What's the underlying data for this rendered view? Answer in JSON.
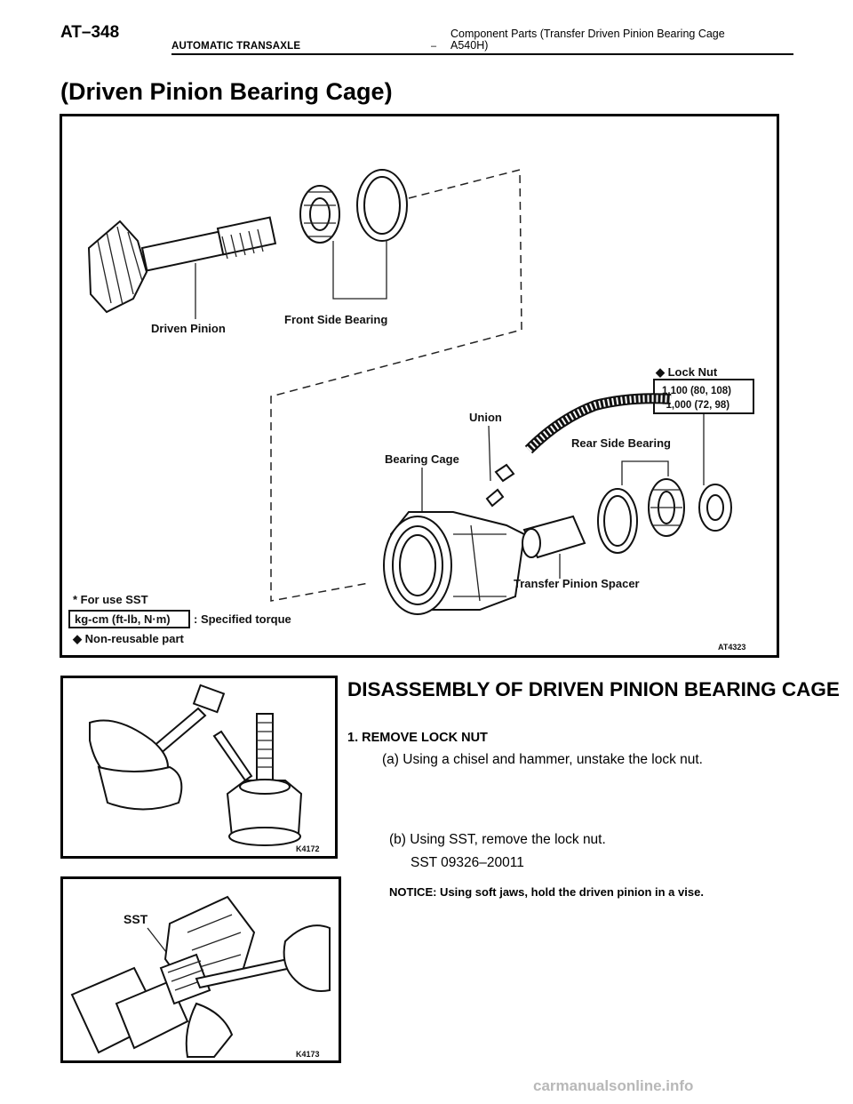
{
  "header": {
    "page_number": "AT–348",
    "section": "AUTOMATIC TRANSAXLE",
    "separator": "–",
    "topic": "Component Parts (Transfer Driven Pinion Bearing Cage A540H)"
  },
  "title": "(Driven Pinion Bearing Cage)",
  "diagram": {
    "labels": {
      "driven_pinion": "Driven Pinion",
      "front_side_bearing": "Front Side Bearing",
      "lock_nut": "◆ Lock Nut",
      "torque_line1": "1,100 (80, 108)",
      "torque_line2": "*1,000 (72, 98)",
      "union": "Union",
      "rear_side_bearing": "Rear Side Bearing",
      "bearing_cage": "Bearing Cage",
      "transfer_pinion_spacer": "Transfer Pinion Spacer",
      "legend_sst": "* For use SST",
      "legend_torque_unit": "kg-cm (ft-lb, N·m)",
      "legend_torque_desc": ": Specified torque",
      "legend_nonreusable": "◆ Non-reusable part",
      "figure_code": "AT4323"
    }
  },
  "figures": {
    "fig1_code": "K4172",
    "fig2_label": "SST",
    "fig2_code": "K4173"
  },
  "content": {
    "heading": "DISASSEMBLY OF DRIVEN PINION BEARING CAGE",
    "step1": "1. REMOVE LOCK NUT",
    "step1a": "(a) Using a chisel and hammer, unstake the lock nut.",
    "step1b": "(b) Using SST, remove the lock nut.",
    "sst": "SST  09326–20011",
    "notice": "NOTICE: Using soft jaws, hold the driven pinion in a vise."
  },
  "watermark": "carmanualsonline.info"
}
